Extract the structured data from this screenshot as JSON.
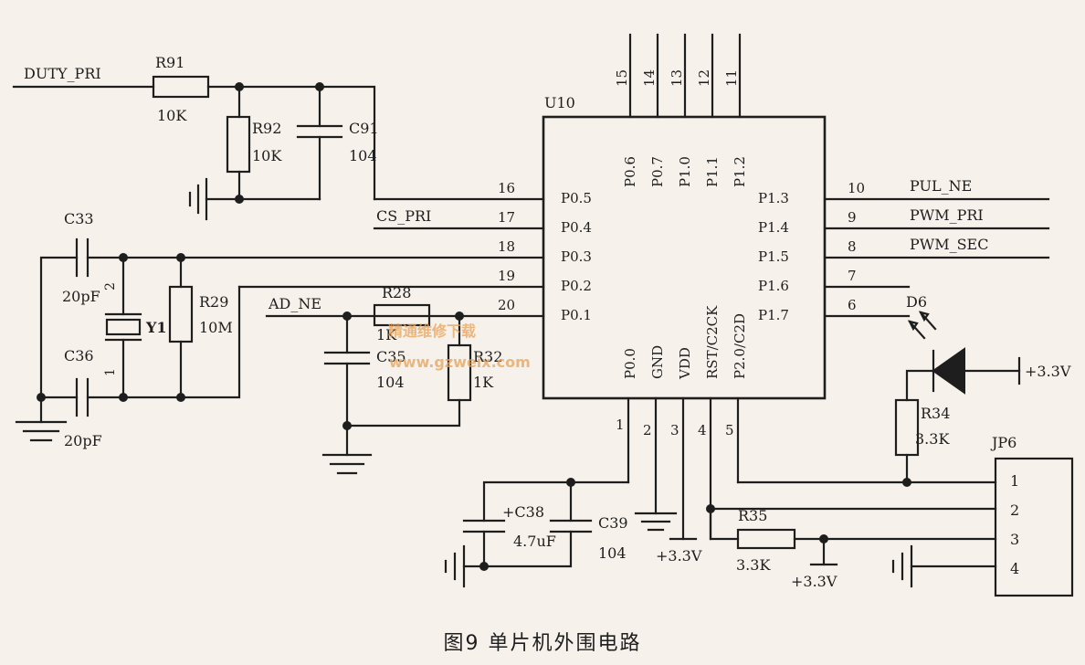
{
  "chip": {
    "ref": "U10",
    "left_pins": [
      {
        "num": "16",
        "name": "P0.5",
        "net": ""
      },
      {
        "num": "17",
        "name": "P0.4",
        "net": "CS_PRI"
      },
      {
        "num": "18",
        "name": "P0.3",
        "net": ""
      },
      {
        "num": "19",
        "name": "P0.2",
        "net": ""
      },
      {
        "num": "20",
        "name": "P0.1",
        "net": "AD_NE"
      }
    ],
    "right_pins": [
      {
        "num": "10",
        "name": "P1.3",
        "net": "PUL_NE"
      },
      {
        "num": "9",
        "name": "P1.4",
        "net": "PWM_PRI"
      },
      {
        "num": "8",
        "name": "P1.5",
        "net": "PWM_SEC"
      },
      {
        "num": "7",
        "name": "P1.6",
        "net": ""
      },
      {
        "num": "6",
        "name": "P1.7",
        "net": ""
      }
    ],
    "top_pins": [
      {
        "num": "15",
        "name": "P0.6"
      },
      {
        "num": "14",
        "name": "P0.7"
      },
      {
        "num": "13",
        "name": "P1.0"
      },
      {
        "num": "12",
        "name": "P1.1"
      },
      {
        "num": "11",
        "name": "P1.2"
      }
    ],
    "bottom_pins": [
      {
        "num": "1",
        "name": "P0.0"
      },
      {
        "num": "2",
        "name": "GND"
      },
      {
        "num": "3",
        "name": "VDD"
      },
      {
        "num": "4",
        "name": "RST/C2CK"
      },
      {
        "num": "5",
        "name": "P2.0/C2D"
      }
    ]
  },
  "nets": {
    "duty_pri": "DUTY_PRI",
    "vcc_a": "+3.3V",
    "vcc_b": "+3.3V",
    "vcc_c": "+3.3V"
  },
  "components": {
    "r91": {
      "ref": "R91",
      "value": "10K"
    },
    "r92": {
      "ref": "R92",
      "value": "10K"
    },
    "c91": {
      "ref": "C91",
      "value": "104"
    },
    "c33": {
      "ref": "C33",
      "value": "20pF"
    },
    "c36": {
      "ref": "C36",
      "value": "20pF"
    },
    "y1": {
      "ref": "Y1",
      "pin2": "2",
      "pin1": "1"
    },
    "r29": {
      "ref": "R29",
      "value": "10M"
    },
    "r28": {
      "ref": "R28",
      "value": "1K"
    },
    "c35": {
      "ref": "C35",
      "value": "104"
    },
    "r32": {
      "ref": "R32",
      "value": "1K"
    },
    "d6": {
      "ref": "D6"
    },
    "r34": {
      "ref": "R34",
      "value": "3.3K"
    },
    "c38": {
      "ref": "+C38",
      "value": "4.7uF"
    },
    "c39": {
      "ref": "C39",
      "value": "104"
    },
    "r35": {
      "ref": "R35",
      "value": "3.3K"
    },
    "jp6": {
      "ref": "JP6",
      "pins": [
        "1",
        "2",
        "3",
        "4"
      ]
    }
  },
  "watermark": {
    "title": "精通维修下载",
    "url": "www.gzweix.com"
  },
  "caption": "图9   单片机外围电路",
  "colors": {
    "ink": "#1e1e1e",
    "paper": "#f6f1ea",
    "watermark": "#e8a35a"
  }
}
